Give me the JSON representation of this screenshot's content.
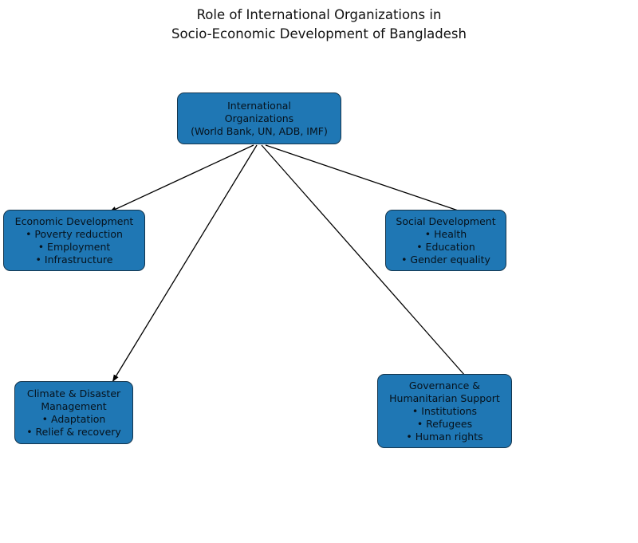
{
  "title": "Role of International Organizations in\nSocio-Economic Development of Bangladesh",
  "nodes": {
    "international_organizations": {
      "label": "International\nOrganizations\n(World Bank, UN, ADB, IMF)"
    },
    "economic_development": {
      "label": "Economic Development\n• Poverty reduction\n• Employment\n• Infrastructure"
    },
    "social_development": {
      "label": "Social Development\n• Health\n• Education\n• Gender equality"
    },
    "climate_disaster_management": {
      "label": "Climate & Disaster\nManagement\n• Adaptation\n• Relief & recovery"
    },
    "governance_humanitarian_support": {
      "label": "Governance &\nHumanitarian Support\n• Institutions\n• Refugees\n• Human rights"
    }
  },
  "edges": [
    {
      "from": "international_organizations",
      "to": "economic_development"
    },
    {
      "from": "international_organizations",
      "to": "climate_disaster_management"
    },
    {
      "from": "international_organizations",
      "to": "governance_humanitarian_support"
    },
    {
      "from": "international_organizations",
      "to": "social_development"
    }
  ],
  "colors": {
    "node_fill": "#1f77b4",
    "node_border": "#14354d",
    "arrow": "#000000",
    "background": "#ffffff",
    "text": "#000000"
  }
}
